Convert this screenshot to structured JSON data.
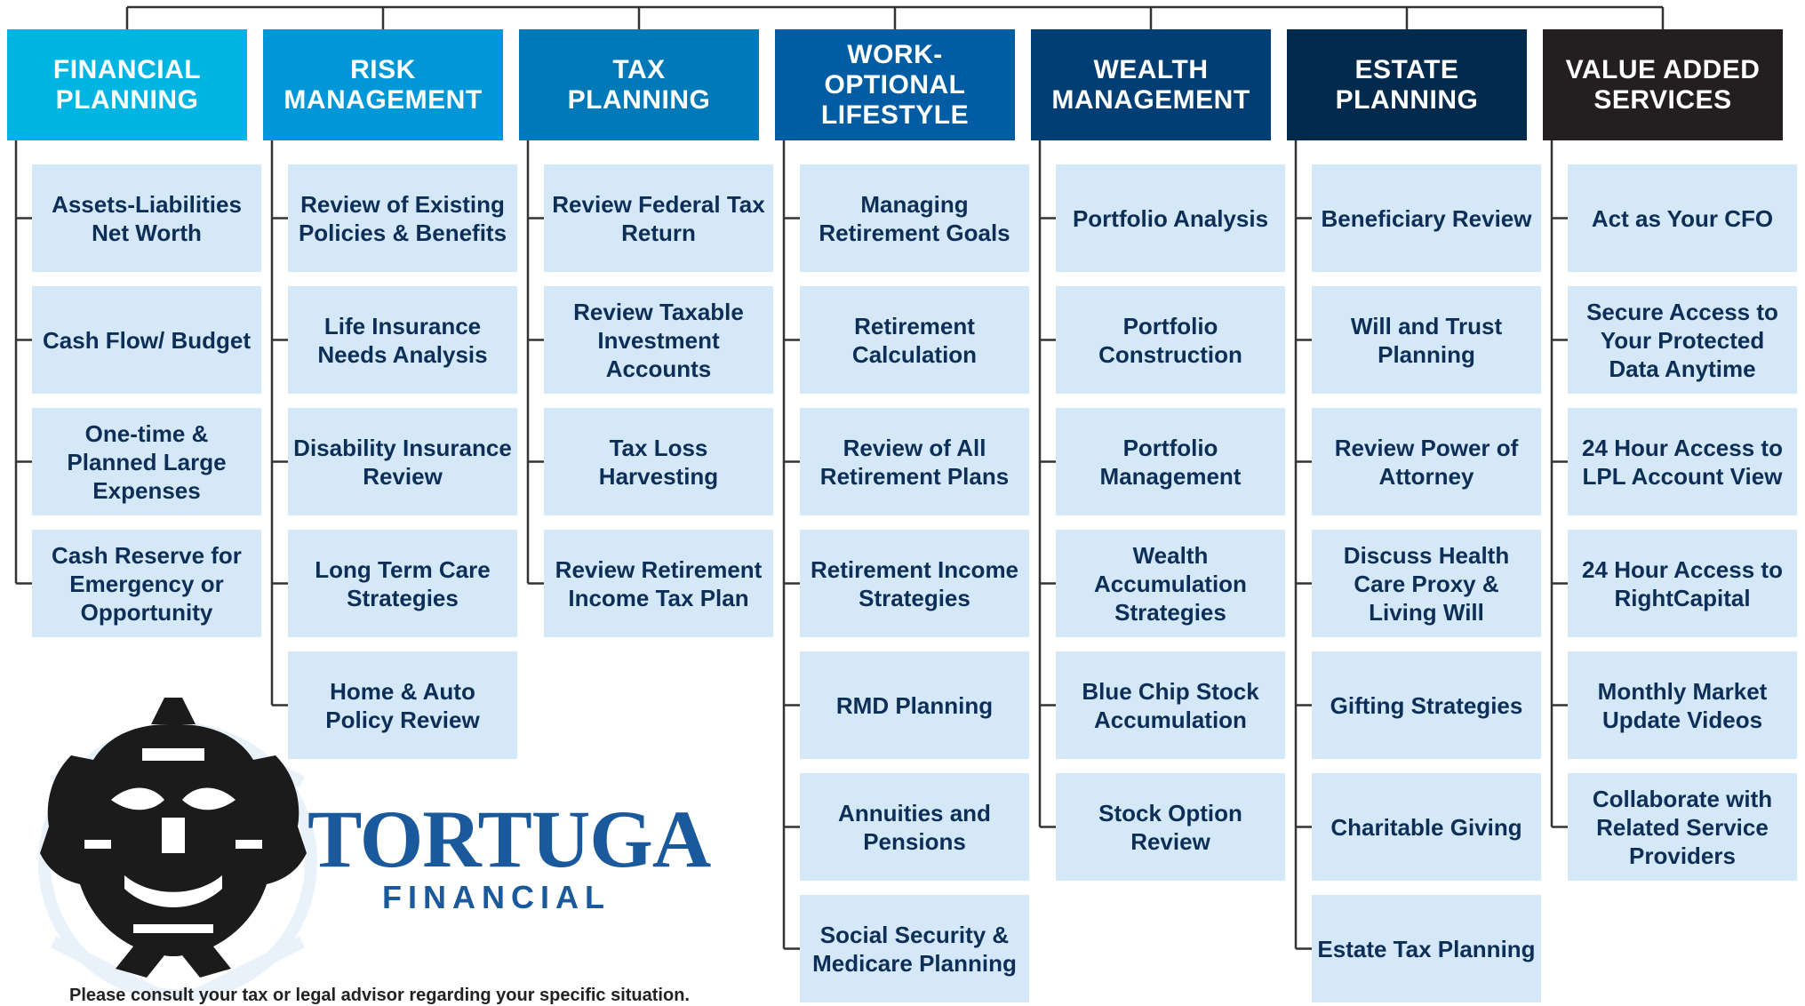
{
  "colors": {
    "line": "#333333",
    "item_bg": "#d4e8f7",
    "item_text": "#0d2f57",
    "brand": "#1a5a9c",
    "mascot": "#1b1b1b"
  },
  "columns": [
    {
      "title_lines": [
        "FINANCIAL",
        "PLANNING"
      ],
      "color": "#00b5e2",
      "items": [
        "Assets-Liabilities Net Worth",
        "Cash Flow/ Budget",
        "One-time & Planned Large Expenses",
        "Cash Reserve for Emergency or Opportunity"
      ]
    },
    {
      "title_lines": [
        "RISK",
        "MANAGEMENT"
      ],
      "color": "#0097d9",
      "items": [
        "Review of Existing Policies & Benefits",
        "Life Insurance Needs Analysis",
        "Disability Insurance Review",
        "Long Term Care Strategies",
        "Home & Auto Policy Review"
      ]
    },
    {
      "title_lines": [
        "TAX",
        "PLANNING"
      ],
      "color": "#0079b8",
      "items": [
        "Review Federal Tax Return",
        "Review Taxable Investment Accounts",
        "Tax Loss Harvesting",
        "Review Retirement Income Tax Plan"
      ]
    },
    {
      "title_lines": [
        "WORK-OPTIONAL",
        "LIFESTYLE"
      ],
      "color": "#005da3",
      "items": [
        "Managing Retirement Goals",
        "Retirement Calculation",
        "Review of All Retirement Plans",
        "Retirement Income Strategies",
        "RMD Planning",
        "Annuities and Pensions",
        "Social Security & Medicare Planning"
      ]
    },
    {
      "title_lines": [
        "WEALTH",
        "MANAGEMENT"
      ],
      "color": "#013e74",
      "items": [
        "Portfolio Analysis",
        "Portfolio Construction",
        "Portfolio Management",
        "Wealth Accumulation Strategies",
        "Blue Chip Stock Accumulation",
        "Stock Option Review"
      ]
    },
    {
      "title_lines": [
        "ESTATE",
        "PLANNING"
      ],
      "color": "#022a4d",
      "items": [
        "Beneficiary Review",
        "Will and Trust Planning",
        "Review Power of Attorney",
        "Discuss Health Care Proxy & Living Will",
        "Gifting Strategies",
        "Charitable Giving",
        "Estate Tax Planning"
      ]
    },
    {
      "title_lines": [
        "VALUE ADDED",
        "SERVICES"
      ],
      "color": "#231f20",
      "items": [
        "Act as Your CFO",
        "Secure Access to Your Protected Data Anytime",
        "24 Hour Access to LPL Account View",
        "24 Hour Access to RightCapital",
        "Monthly Market Update Videos",
        "Collaborate with Related Service Providers"
      ]
    }
  ],
  "brand": {
    "name": "TORTUGA",
    "sub": "FINANCIAL"
  },
  "disclaimer": "Please consult your tax or legal advisor regarding your specific situation."
}
